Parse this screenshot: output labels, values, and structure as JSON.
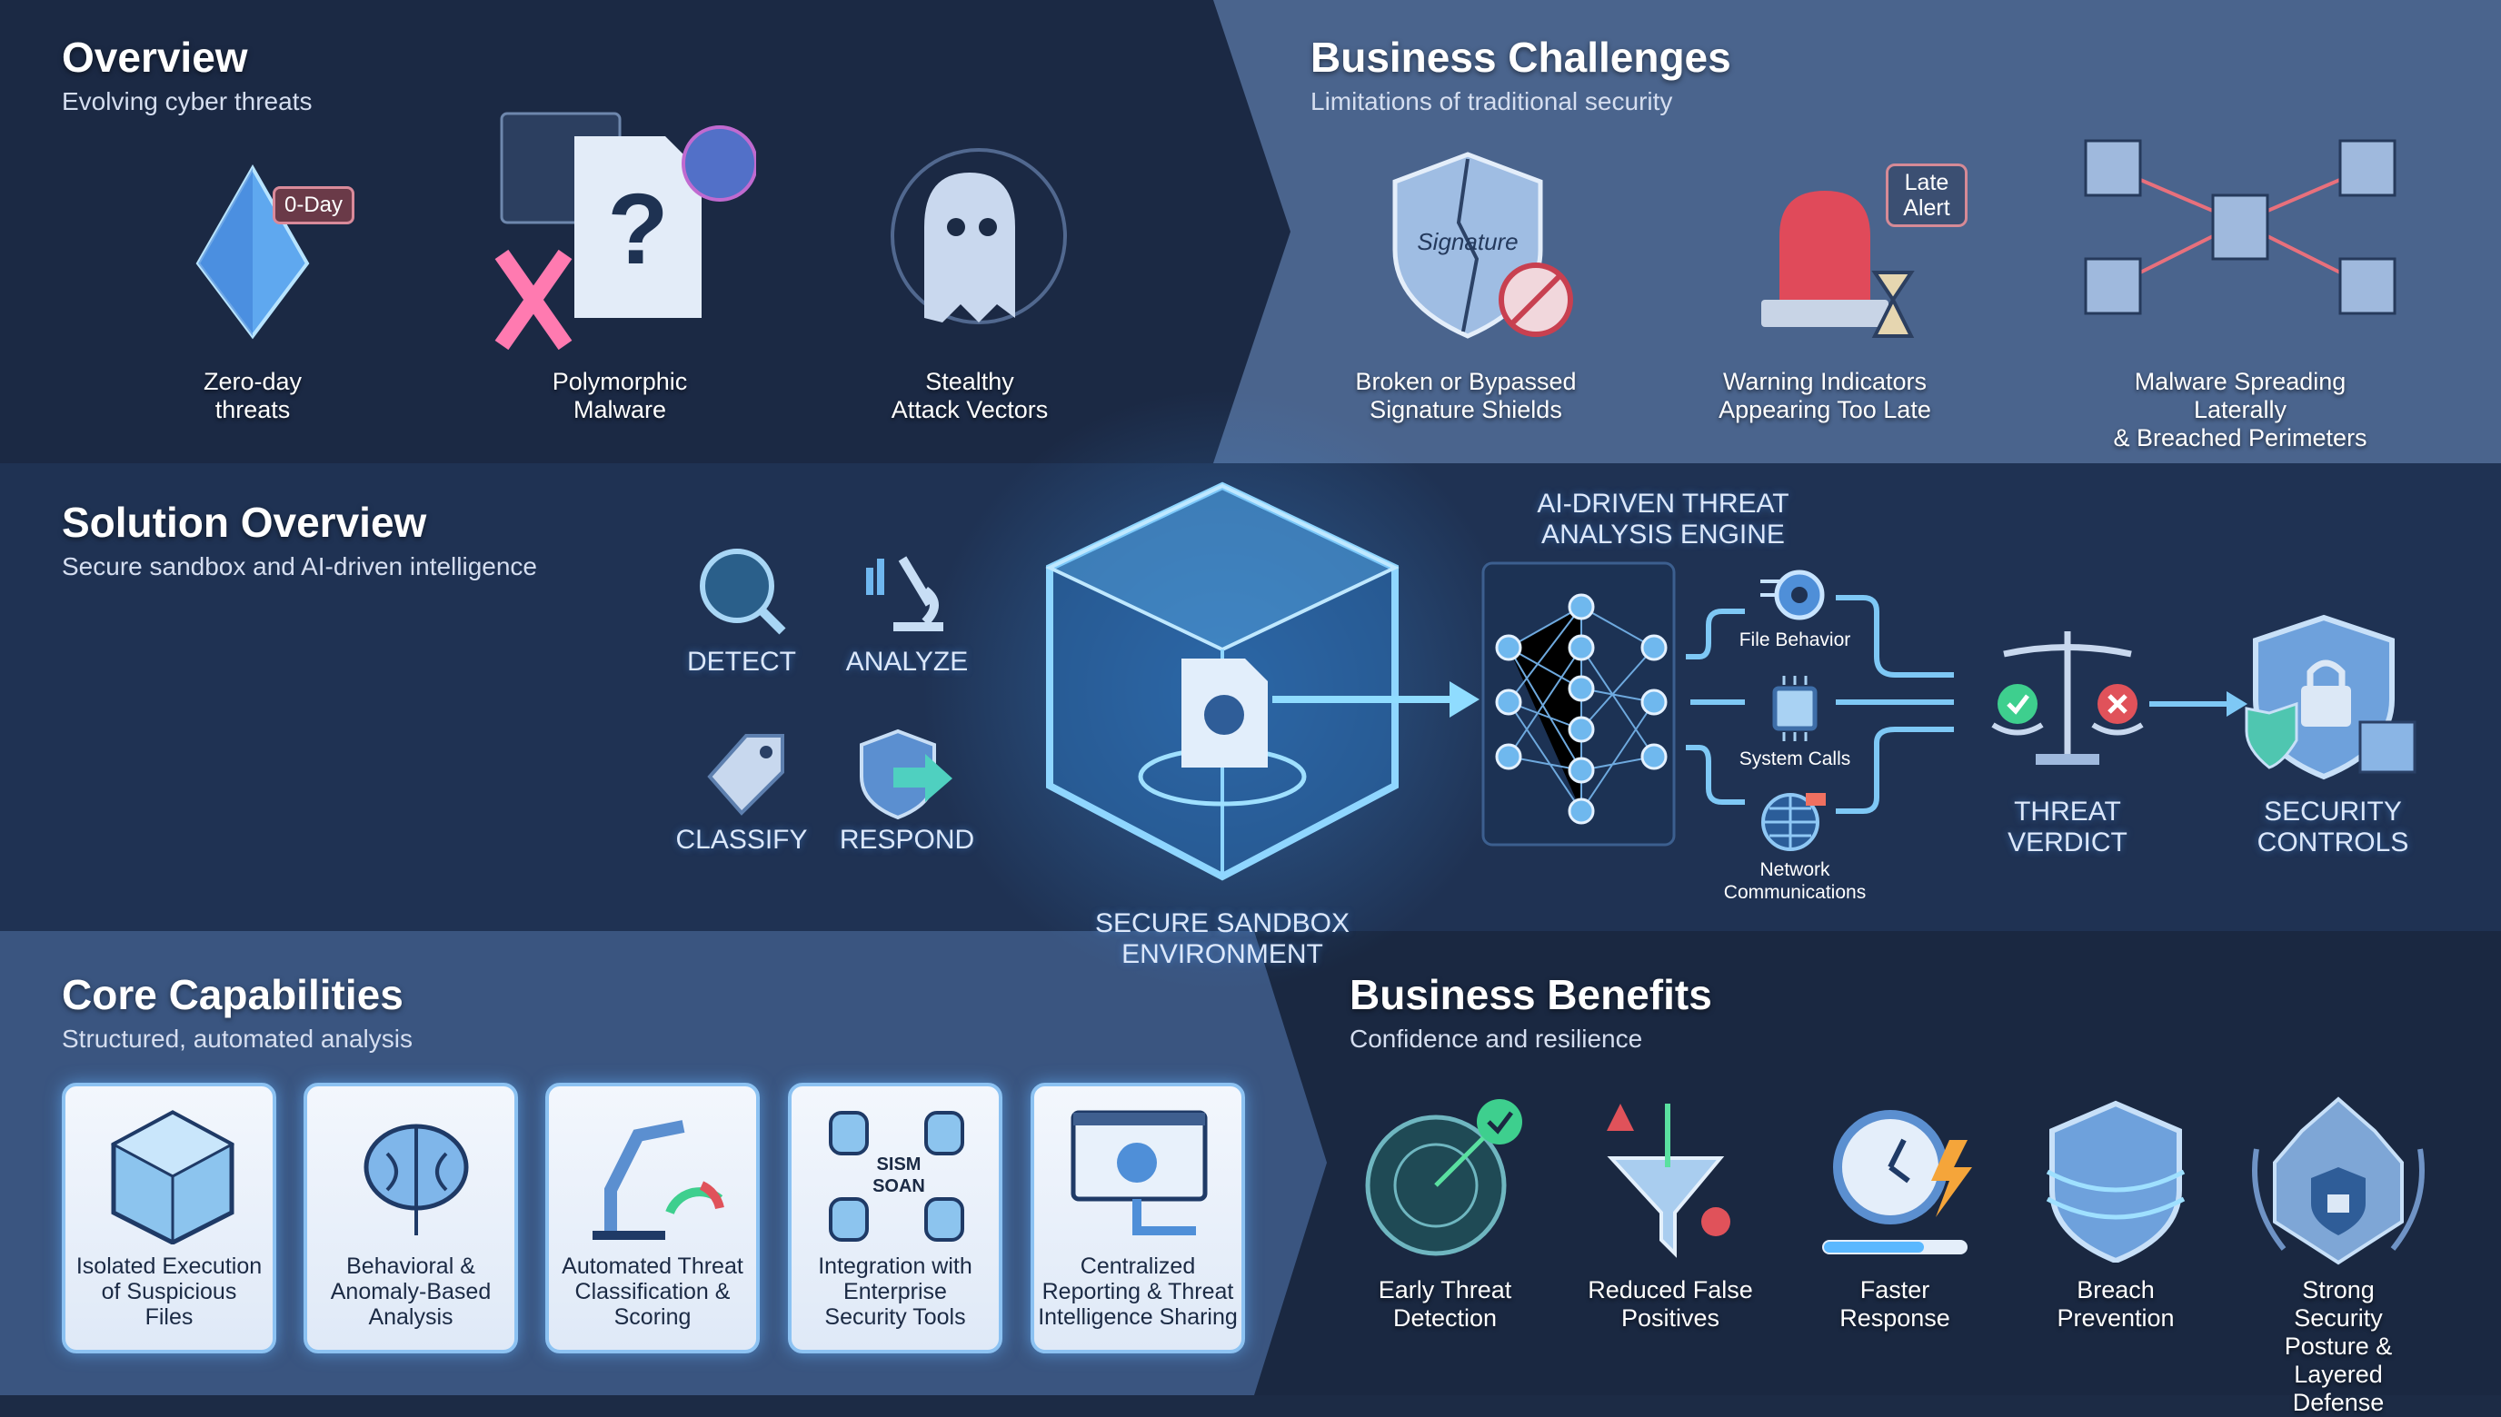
{
  "overview": {
    "title": "Overview",
    "subtitle": "Evolving cyber threats",
    "badge": "0-Day",
    "items": [
      {
        "label": "Zero-day\nthreats"
      },
      {
        "label": "Polymorphic\nMalware"
      },
      {
        "label": "Stealthy\nAttack Vectors"
      }
    ]
  },
  "challenges": {
    "title": "Business Challenges",
    "subtitle": "Limitations of traditional security",
    "shield_text": "Signature",
    "alert_badge": "Late\nAlert",
    "items": [
      {
        "label": "Broken or Bypassed\nSignature Shields"
      },
      {
        "label": "Warning Indicators\nAppearing Too Late"
      },
      {
        "label": "Malware Spreading Laterally\n& Breached Perimeters"
      }
    ]
  },
  "solution": {
    "title": "Solution Overview",
    "subtitle": "Secure sandbox and AI-driven intelligence",
    "steps": [
      "DETECT",
      "ANALYZE",
      "CLASSIFY",
      "RESPOND"
    ],
    "sandbox_label": "SECURE SANDBOX\nENVIRONMENT",
    "engine_title": "AI-DRIVEN THREAT\nANALYSIS ENGINE",
    "signals": [
      "File Behavior",
      "System Calls",
      "Network\nCommunications"
    ],
    "verdict": "THREAT\nVERDICT",
    "controls": "SECURITY\nCONTROLS"
  },
  "core": {
    "title": "Core Capabilities",
    "subtitle": "Structured, automated analysis",
    "siem": "SISM",
    "soar": "SOAN",
    "cards": [
      "Isolated Execution\nof Suspicious\nFiles",
      "Behavioral &\nAnomaly-Based\nAnalysis",
      "Automated Threat\nClassification &\nScoring",
      "Integration with\nEnterprise\nSecurity Tools",
      "Centralized\nReporting & Threat\nIntelligence Sharing"
    ]
  },
  "benefits": {
    "title": "Business Benefits",
    "subtitle": "Confidence and resilience",
    "items": [
      "Early Threat\nDetection",
      "Reduced False\nPositives",
      "Faster\nResponse",
      "Breach\nPrevention",
      "Strong Security\nPosture & Layered\nDefense"
    ]
  },
  "colors": {
    "accent": "#5ab8ff",
    "success": "#3ecf8e",
    "danger": "#e0525a",
    "warning": "#f5a53a"
  }
}
